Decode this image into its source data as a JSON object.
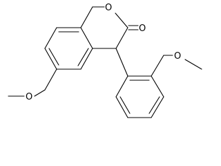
{
  "molecule": {
    "kind": "skeletal structure",
    "atoms": [
      {
        "id": "ring-oxygen",
        "symbol": "O",
        "label": "O"
      },
      {
        "id": "carbonyl-oxygen",
        "symbol": "O",
        "label": "O"
      },
      {
        "id": "methoxy-oxygen-left",
        "symbol": "O",
        "label": "O"
      },
      {
        "id": "methoxy-oxygen-right",
        "symbol": "O",
        "label": "O"
      }
    ],
    "line_color": "#000000",
    "background": "#ffffff"
  }
}
